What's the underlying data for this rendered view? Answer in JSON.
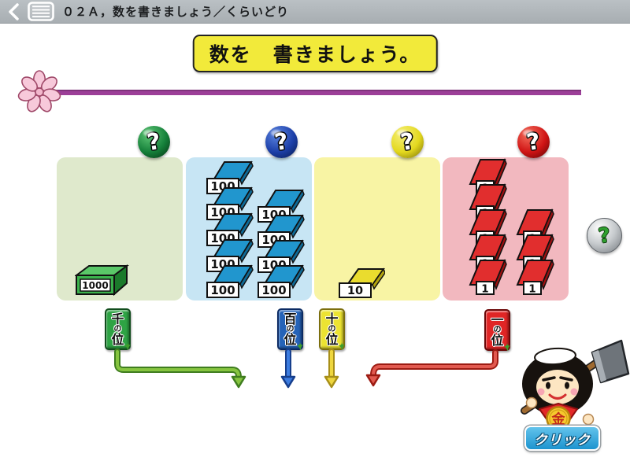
{
  "top_bar": {
    "back_icon": "chevron-left",
    "menu_icon": "list",
    "title": "０２Ａ，数を書きましょう／くらいどり"
  },
  "heading": "数を　書きましょう。",
  "question_glyph": "?",
  "panels": [
    {
      "name": "thousands",
      "panel_bg": "#dfe9cc",
      "ball_hi": "#5ec775",
      "ball_base": "#15803a",
      "ball_dark": "#042e10",
      "block_type": "cube1000",
      "block_label": "1000",
      "block_count": 1,
      "block_face": "#3bb24c",
      "block_top": "#5ac768",
      "block_side": "#1b7a2b",
      "blocks": [
        [
          23,
          136
        ]
      ],
      "tag": {
        "chars": [
          "千",
          "の",
          "位"
        ],
        "bg": "#2ea344",
        "border": "#114d1d"
      },
      "arrow": {
        "inner": "#86c440",
        "outer": "#3f7d1f"
      }
    },
    {
      "name": "hundreds",
      "panel_bg": "#c7e5f4",
      "ball_hi": "#5b84e0",
      "ball_base": "#1c3fa8",
      "ball_dark": "#061849",
      "block_type": "tile100",
      "block_label": "100",
      "block_count": 9,
      "block_face": "#2196ce",
      "block_top": "#2196ce",
      "block_side": "#0f6a96",
      "blocks": [
        [
          25,
          3
        ],
        [
          25,
          36
        ],
        [
          25,
          69
        ],
        [
          25,
          102
        ],
        [
          25,
          135
        ],
        [
          90,
          39
        ],
        [
          90,
          71
        ],
        [
          90,
          103
        ],
        [
          90,
          135
        ]
      ],
      "tag": {
        "chars": [
          "百",
          "の",
          "位"
        ],
        "bg": "#2563b8",
        "border": "#0c2b63"
      },
      "arrow": {
        "inner": "#3c7ce0",
        "outer": "#163e8c"
      }
    },
    {
      "name": "tens",
      "panel_bg": "#f8f4a4",
      "ball_hi": "#f6f07a",
      "ball_base": "#e3d81e",
      "ball_dark": "#756b04",
      "block_type": "tile10",
      "block_label": "10",
      "block_count": 1,
      "block_face": "#eadc2e",
      "block_top": "#eadc2e",
      "block_side": "#b3a40f",
      "blocks": [
        [
          30,
          140
        ]
      ],
      "tag": {
        "chars": [
          "十",
          "の",
          "位"
        ],
        "bg": "#ece332",
        "border": "#7c6f0e"
      },
      "arrow": {
        "inner": "#eed63e",
        "outer": "#a88f18"
      }
    },
    {
      "name": "ones",
      "panel_bg": "#f2b8bf",
      "ball_hi": "#f4705e",
      "ball_base": "#d01414",
      "ball_dark": "#570404",
      "block_type": "tile1",
      "block_label": "1",
      "block_count": 8,
      "block_face": "#e12e2e",
      "block_top": "#e12e2e",
      "block_side": "#9c1010",
      "blocks": [
        [
          27,
          0
        ],
        [
          27,
          32
        ],
        [
          27,
          64
        ],
        [
          27,
          96
        ],
        [
          27,
          128
        ],
        [
          87,
          64
        ],
        [
          87,
          96
        ],
        [
          87,
          128
        ]
      ],
      "tag": {
        "chars": [
          "一",
          "の",
          "位"
        ],
        "bg": "#e02525",
        "border": "#6b0808"
      },
      "arrow": {
        "inner": "#e25a50",
        "outer": "#9c1b12"
      }
    }
  ],
  "help_ball": {
    "glyph": "?"
  },
  "character": {
    "name": "kintaro",
    "emblem": "金"
  },
  "click_button": {
    "label": "クリック"
  }
}
